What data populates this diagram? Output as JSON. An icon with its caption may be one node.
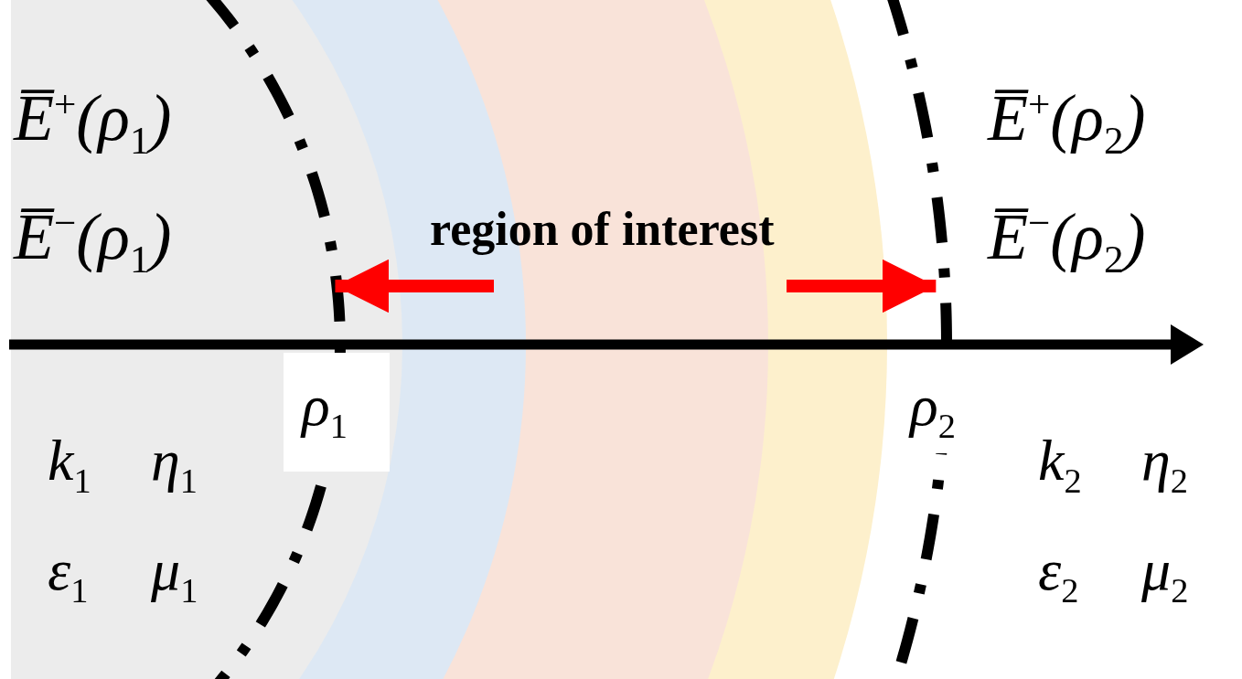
{
  "diagram": {
    "nodes": [
      {
        "text": [
          "region of interest"
        ]
      },
      {
        "text": [],
        "shape": "line"
      },
      {
        "text": [],
        "shape": "line"
      }
    ],
    "edges": [
      {
        "from": 0,
        "to": 1,
        "arrow": "to"
      },
      {
        "from": 0,
        "to": 2,
        "arrow": "to"
      }
    ],
    "labels": [
      "E̅$^{+}$(ρ$_{1}$)",
      "E̅$^{+}$(ρ$_{2}$)",
      "E̅$^{−}$(ρ$_{1}$)",
      "E̅$^{−}$(ρ$_{2}$)",
      "ρ$_{1}$",
      "ρ$_{2}$",
      "k$_{1}$",
      "η$_{1}$",
      "k$_{2}$",
      "η$_{2}$",
      "ε$_{1}$",
      "μ$_{1}$",
      "ε$_{2}$",
      "μ$_{2}$"
    ]
  }
}
